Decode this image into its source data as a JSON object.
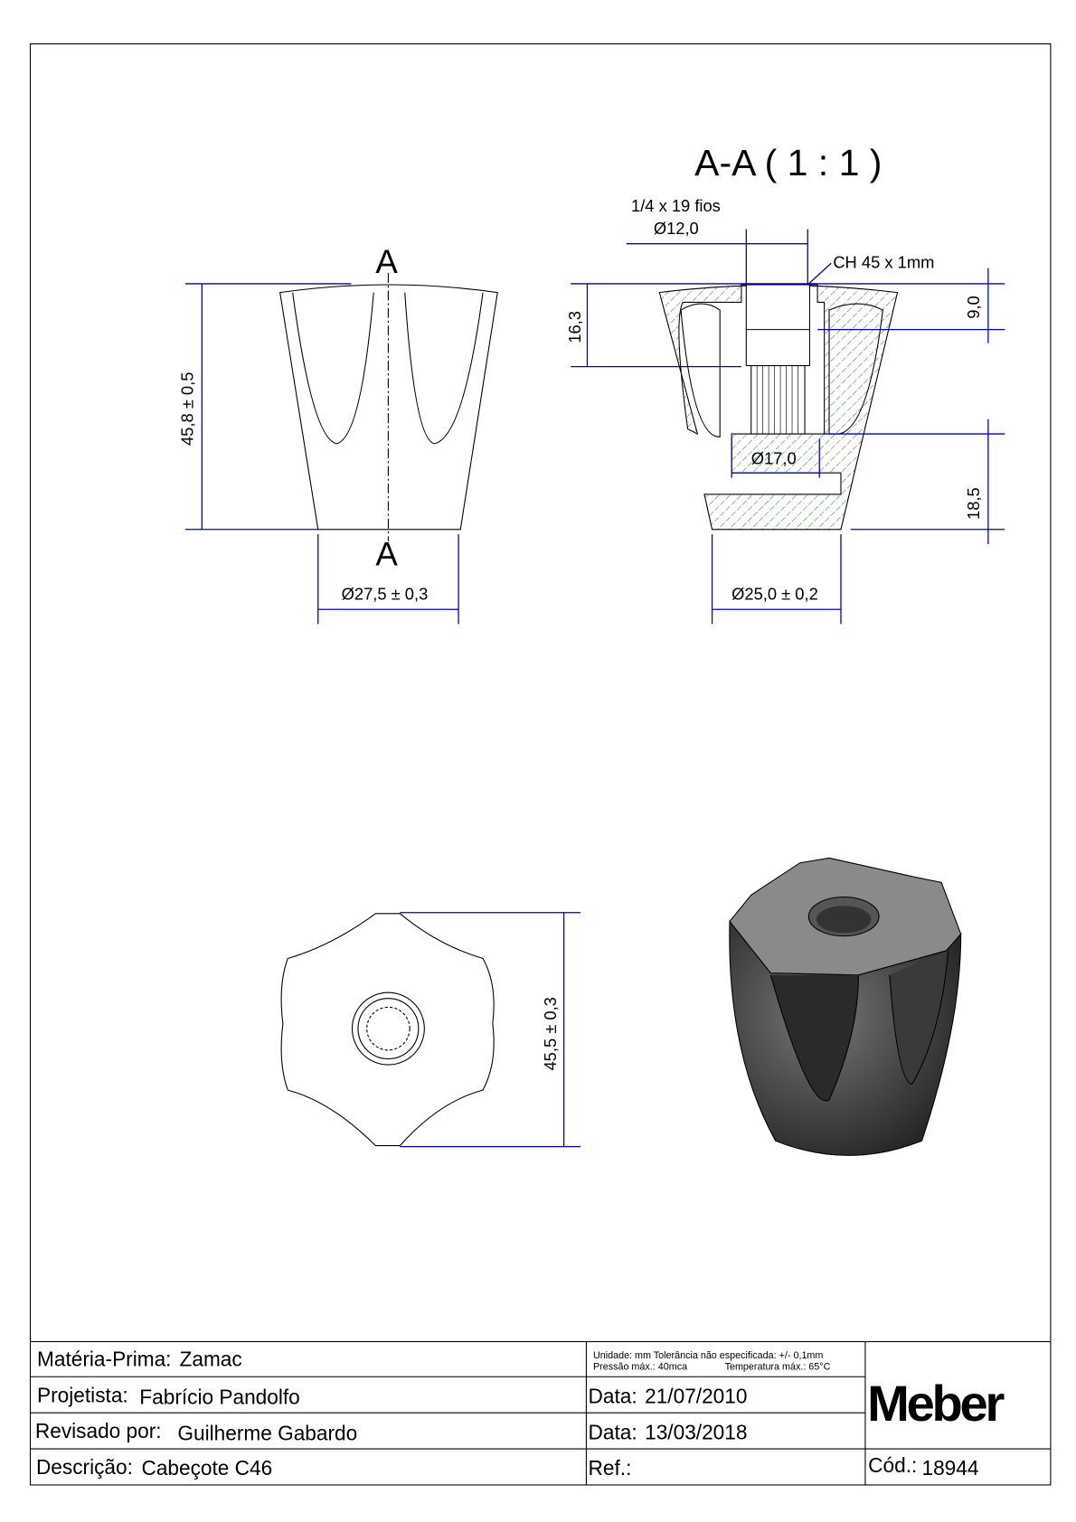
{
  "section_title": "A-A  ( 1 : 1 )",
  "section_marks": {
    "top": "A",
    "bottom": "A"
  },
  "dimensions": {
    "height_front": "45,8 ± 0,5",
    "base_front": "Ø27,5 ± 0,3",
    "thread": "1/4 x 19 fios",
    "thread_dia": "Ø12,0",
    "chamfer": "CH 45 x 1mm",
    "depth_163": "16,3",
    "depth_90": "9,0",
    "inner_dia": "Ø17,0",
    "depth_185": "18,5",
    "base_section": "Ø25,0 ± 0,2",
    "top_view_width": "45,5 ± 0,3"
  },
  "colors": {
    "dimension": "#0000cc",
    "hatch": "#2e8b2e"
  },
  "title_block": {
    "materia_label": "Matéria-Prima:",
    "materia_value": "Zamac",
    "notes_line1": "Unidade: mm Tolerância não especificada: +/- 0,1mm",
    "notes_line2_a": "Pressão máx.: 40mca",
    "notes_line2_b": "Temperatura máx.: 65°C",
    "projetista_label": "Projetista:",
    "projetista_value": "Fabrício Pandolfo",
    "data1_label": "Data:",
    "data1_value": "21/07/2010",
    "revisado_label": "Revisado por:",
    "revisado_value": "Guilherme Gabardo",
    "data2_label": "Data:",
    "data2_value": "13/03/2018",
    "descricao_label": "Descrição:",
    "descricao_value": "Cabeçote C46",
    "ref_label": "Ref.:",
    "cod_label": "Cód.:",
    "cod_value": "18944",
    "logo": "Meber"
  }
}
